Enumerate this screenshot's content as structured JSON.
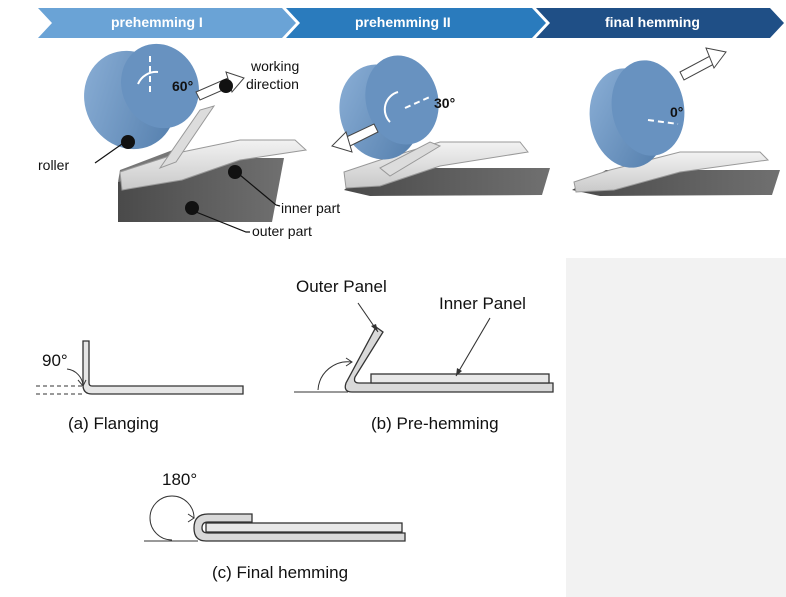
{
  "phases": [
    "prehemming I",
    "prehemming II",
    "final hemming"
  ],
  "top_labels": {
    "angle_60": "60°",
    "working_direction_1": "working",
    "working_direction_2": "direction",
    "roller": "roller",
    "angle_30": "30°",
    "angle_0": "0°",
    "inner_part": "inner part",
    "outer_part": "outer part"
  },
  "bottom_labels": {
    "outer_panel": "Outer Panel",
    "inner_panel": "Inner Panel",
    "angle_90": "90°",
    "angle_180": "180°",
    "caption_a": "(a) Flanging",
    "caption_b": "(b) Pre-hemming",
    "caption_c": "(c) Final hemming"
  },
  "colors": {
    "phase_1": "#6aa3d6",
    "phase_2": "#2a7bbd",
    "phase_3": "#1f4f86",
    "roller": "#5e88b8",
    "panel_light": "#e4e4e4",
    "panel_dark": "#555555"
  }
}
